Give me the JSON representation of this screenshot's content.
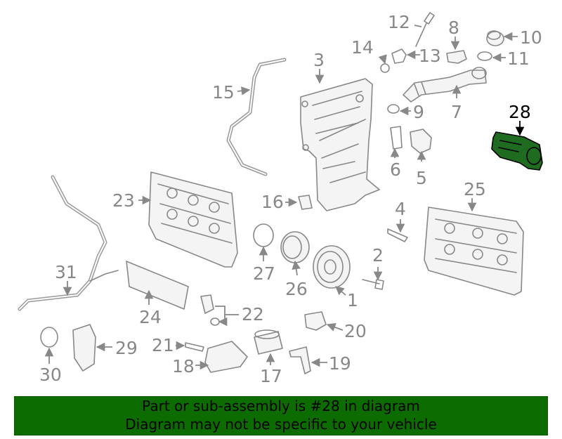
{
  "callouts": {
    "c1": "1",
    "c2": "2",
    "c3": "3",
    "c4": "4",
    "c5": "5",
    "c6": "6",
    "c7": "7",
    "c8": "8",
    "c9": "9",
    "c10": "10",
    "c11": "11",
    "c12": "12",
    "c13": "13",
    "c14": "14",
    "c15": "15",
    "c16": "16",
    "c17": "17",
    "c18": "18",
    "c19": "19",
    "c20": "20",
    "c21": "21",
    "c22": "22",
    "c23": "23",
    "c24": "24",
    "c25": "25",
    "c26": "26",
    "c27": "27",
    "c28": "28",
    "c29": "29",
    "c30": "30",
    "c31": "31"
  },
  "highlighted_part": "28",
  "colors": {
    "highlight_fill": "#1f6b1f",
    "banner_bg": "#0c6c00",
    "line": "#888888"
  },
  "banner": {
    "line1": "Part or sub-assembly is #28 in diagram",
    "line2": "Diagram may not be specific to your vehicle"
  }
}
